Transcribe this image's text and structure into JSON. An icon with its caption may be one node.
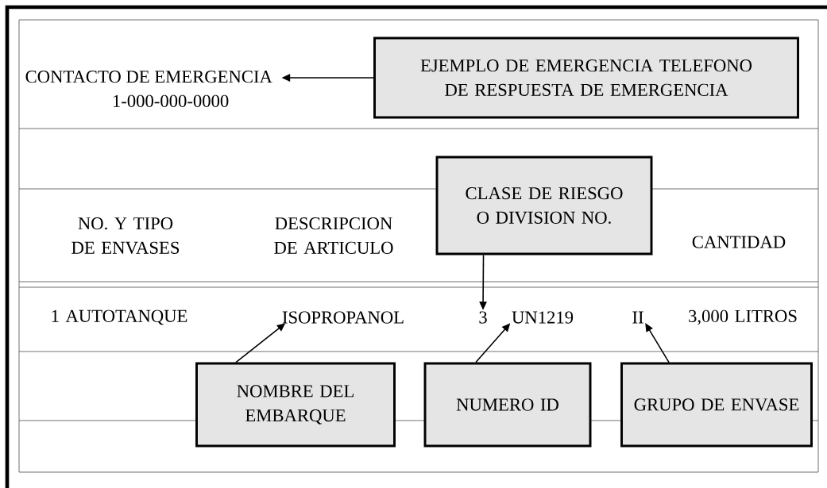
{
  "diagram": {
    "nodes": [
      {
        "text": [
          "CONTACTO DE EMERGENCIA",
          "1-000-000-0000"
        ]
      },
      {
        "text": [
          "EJEMPLO DE EMERGENCIA TELEFONO DE RESPUESTA DE EMERGENCIA"
        ]
      },
      {
        "text": [
          "CLASE DE RIESGO O DIVISION NO."
        ]
      },
      {
        "text": [
          "ISOPROPANOL"
        ]
      },
      {
        "text": [
          "3"
        ]
      },
      {
        "text": [
          "UN1219"
        ]
      },
      {
        "text": [
          "II"
        ]
      },
      {
        "text": [
          "NOMBRE DEL EMBARQUE"
        ]
      },
      {
        "text": [
          "NUMERO ID"
        ]
      },
      {
        "text": [
          "GRUPO DE ENVASE"
        ]
      }
    ],
    "edges": [
      {
        "from": 1,
        "to": 0,
        "arrow": "to"
      },
      {
        "from": 2,
        "to": 4,
        "arrow": "to"
      },
      {
        "from": 7,
        "to": 3,
        "arrow": "to"
      },
      {
        "from": 8,
        "to": 5,
        "arrow": "to"
      },
      {
        "from": 9,
        "to": 6,
        "arrow": "to"
      }
    ],
    "labels": [
      "NO. Y TIPO DE ENVASES",
      "DESCRIPCION DE ARTICULO",
      "CANTIDAD",
      "1 AUTOTANQUE",
      "3,000 LITROS"
    ]
  }
}
